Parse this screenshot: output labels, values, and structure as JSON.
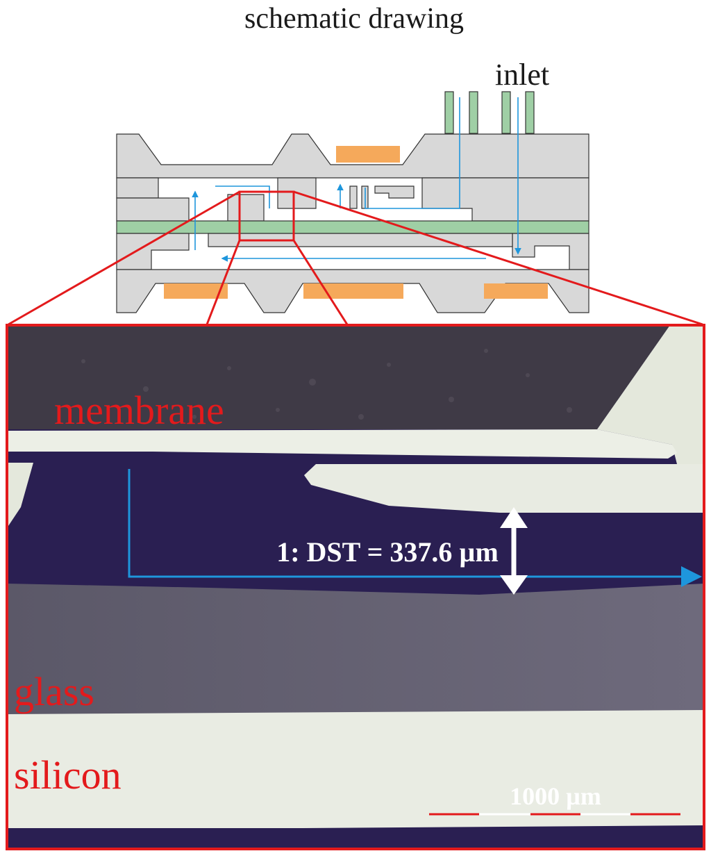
{
  "title": "schematic drawing",
  "schematic": {
    "inlet_label": "inlet"
  },
  "micrograph": {
    "labels": {
      "membrane": "membrane",
      "glass": "glass",
      "silicon": "silicon"
    },
    "measurement": "1: DST = 337.6 µm",
    "scale_bar": "1000 µm"
  },
  "colors": {
    "frame_red": "#e31a1c",
    "flow_blue": "#1e96dc",
    "electrode_orange": "#f5a95b",
    "glass_green": "#9fcfa5",
    "wafer_gray": "#d8d8d8",
    "micro_purple": "#2a1f52",
    "micro_white": "#ecefe6",
    "micro_gray": "#5f5b6e"
  }
}
